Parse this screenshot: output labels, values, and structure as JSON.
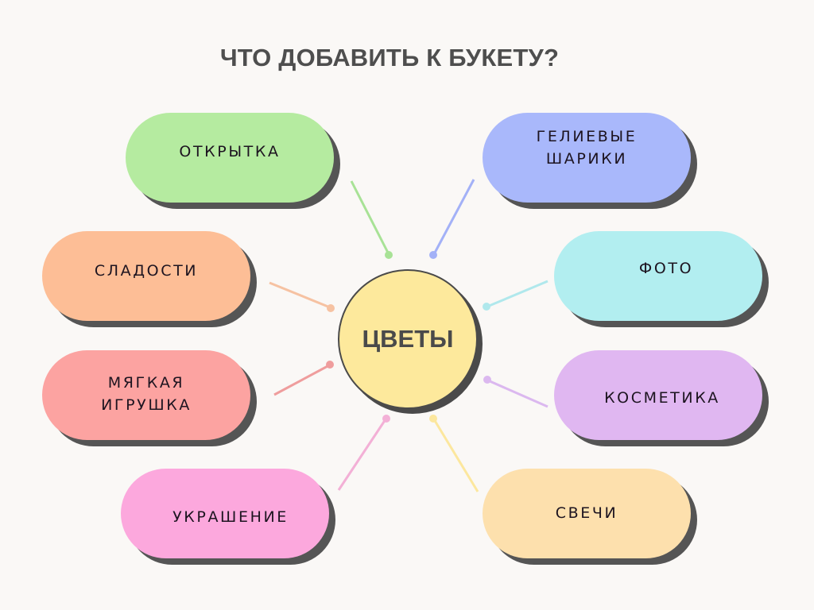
{
  "title": "ЧТО ДОБАВИТЬ К БУКЕТУ?",
  "center": {
    "label": "ЦВЕТЫ",
    "color": "#fde99c"
  },
  "nodes": [
    {
      "label": "ОТКРЫТКА",
      "color": "#b5eba0",
      "line_color": "#a8e296"
    },
    {
      "label": "ГЕЛИЕВЫЕ\nШАРИКИ",
      "color": "#a9b8fb",
      "line_color": "#a3b1f7"
    },
    {
      "label": "СЛАДОСТИ",
      "color": "#fdbe96",
      "line_color": "#f6c2a2"
    },
    {
      "label": "ФОТО",
      "color": "#b2eef0",
      "line_color": "#b0e8ec"
    },
    {
      "label": "МЯГКАЯ\nИГРУШКА",
      "color": "#fca3a1",
      "line_color": "#ef9d9d"
    },
    {
      "label": "КОСМЕТИКА",
      "color": "#e0b7f1",
      "line_color": "#dbb8ef"
    },
    {
      "label": "УКРАШЕНИЕ",
      "color": "#fca8dd",
      "line_color": "#f3b0d6"
    },
    {
      "label": "СВЕЧИ",
      "color": "#fde0ad",
      "line_color": "#fce79e"
    }
  ],
  "colors": {
    "background": "#faf8f6",
    "shadow": "#555555",
    "title_text": "#4e4e4e"
  }
}
